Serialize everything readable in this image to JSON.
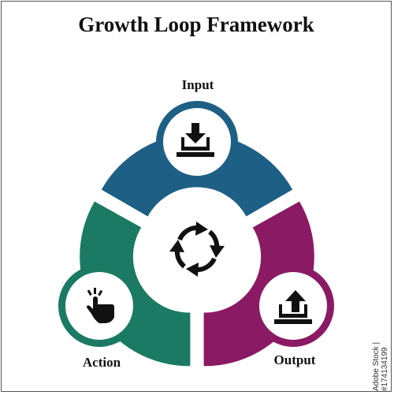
{
  "title": "Growth Loop Framework",
  "stages": [
    {
      "label": "Input",
      "color": "#1e5f85",
      "icon": "download-tray-icon"
    },
    {
      "label": "Output",
      "color": "#8a1a64",
      "icon": "upload-tray-icon"
    },
    {
      "label": "Action",
      "color": "#1a7a63",
      "icon": "hand-tap-icon"
    }
  ],
  "center_icon": "cycle-arrows-icon",
  "watermark_id": "Adobe Stock | #174134199"
}
